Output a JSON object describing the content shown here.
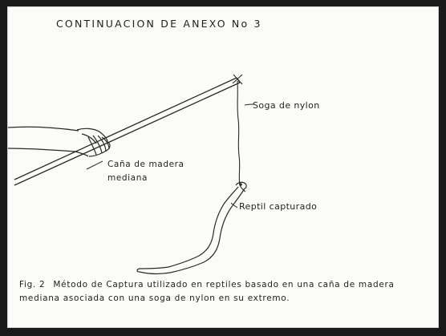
{
  "document": {
    "header": "CONTINUACION DE ANEXO No 3",
    "labels": {
      "rope": "Soga de nylon",
      "pole": "Caña de madera mediana",
      "reptile": "Reptil capturado"
    },
    "caption": {
      "figure_number": "Fig. 2",
      "text": "Método de Captura utilizado en reptiles basado en una caña de madera mediana asociada con una soga de nylon en su extremo."
    }
  }
}
